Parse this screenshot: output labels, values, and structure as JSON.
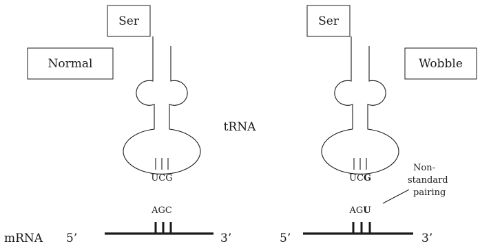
{
  "left_panel": {
    "amino_acid": "Ser",
    "mode_label": "Normal",
    "anticodon": "UCG",
    "codon": "AGC",
    "five_prime": "5’",
    "three_prime": "3’"
  },
  "right_panel": {
    "amino_acid": "Ser",
    "mode_label": "Wobble",
    "anticodon_normal": "UC",
    "anticodon_wobble": "G",
    "codon_normal": "AG",
    "codon_wobble": "U",
    "five_prime": "5’",
    "three_prime": "3’",
    "annotation": [
      "Non-",
      "standard",
      "pairing"
    ]
  },
  "center_label": "tRNA",
  "mrna_label": "mRNA"
}
